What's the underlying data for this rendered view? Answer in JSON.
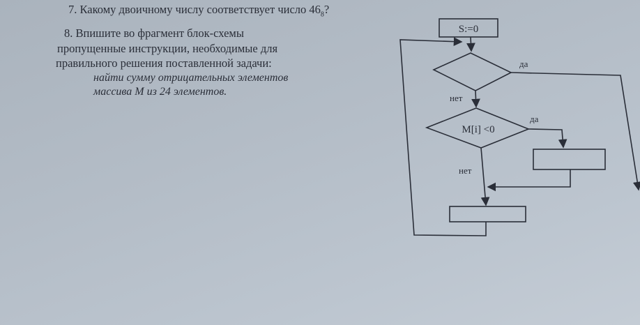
{
  "question7": {
    "text": "7. Какому двоичному числу соответствует число 46",
    "subscript": "8",
    "suffix": "?"
  },
  "question8": {
    "lines": [
      "8. Впишите во фрагмент блок-схемы",
      "пропущенные инструкции, необходимые для",
      "правильного решения поставленной задачи:"
    ],
    "task_lines": [
      "найти сумму отрицательных элементов",
      "массива M из 24 элементов."
    ]
  },
  "flowchart": {
    "init_block": "S:=0",
    "condition1_yes": "да",
    "condition1_no": "нет",
    "condition2": "M[i] <0",
    "condition2_yes": "да",
    "condition2_no": "нет"
  }
}
